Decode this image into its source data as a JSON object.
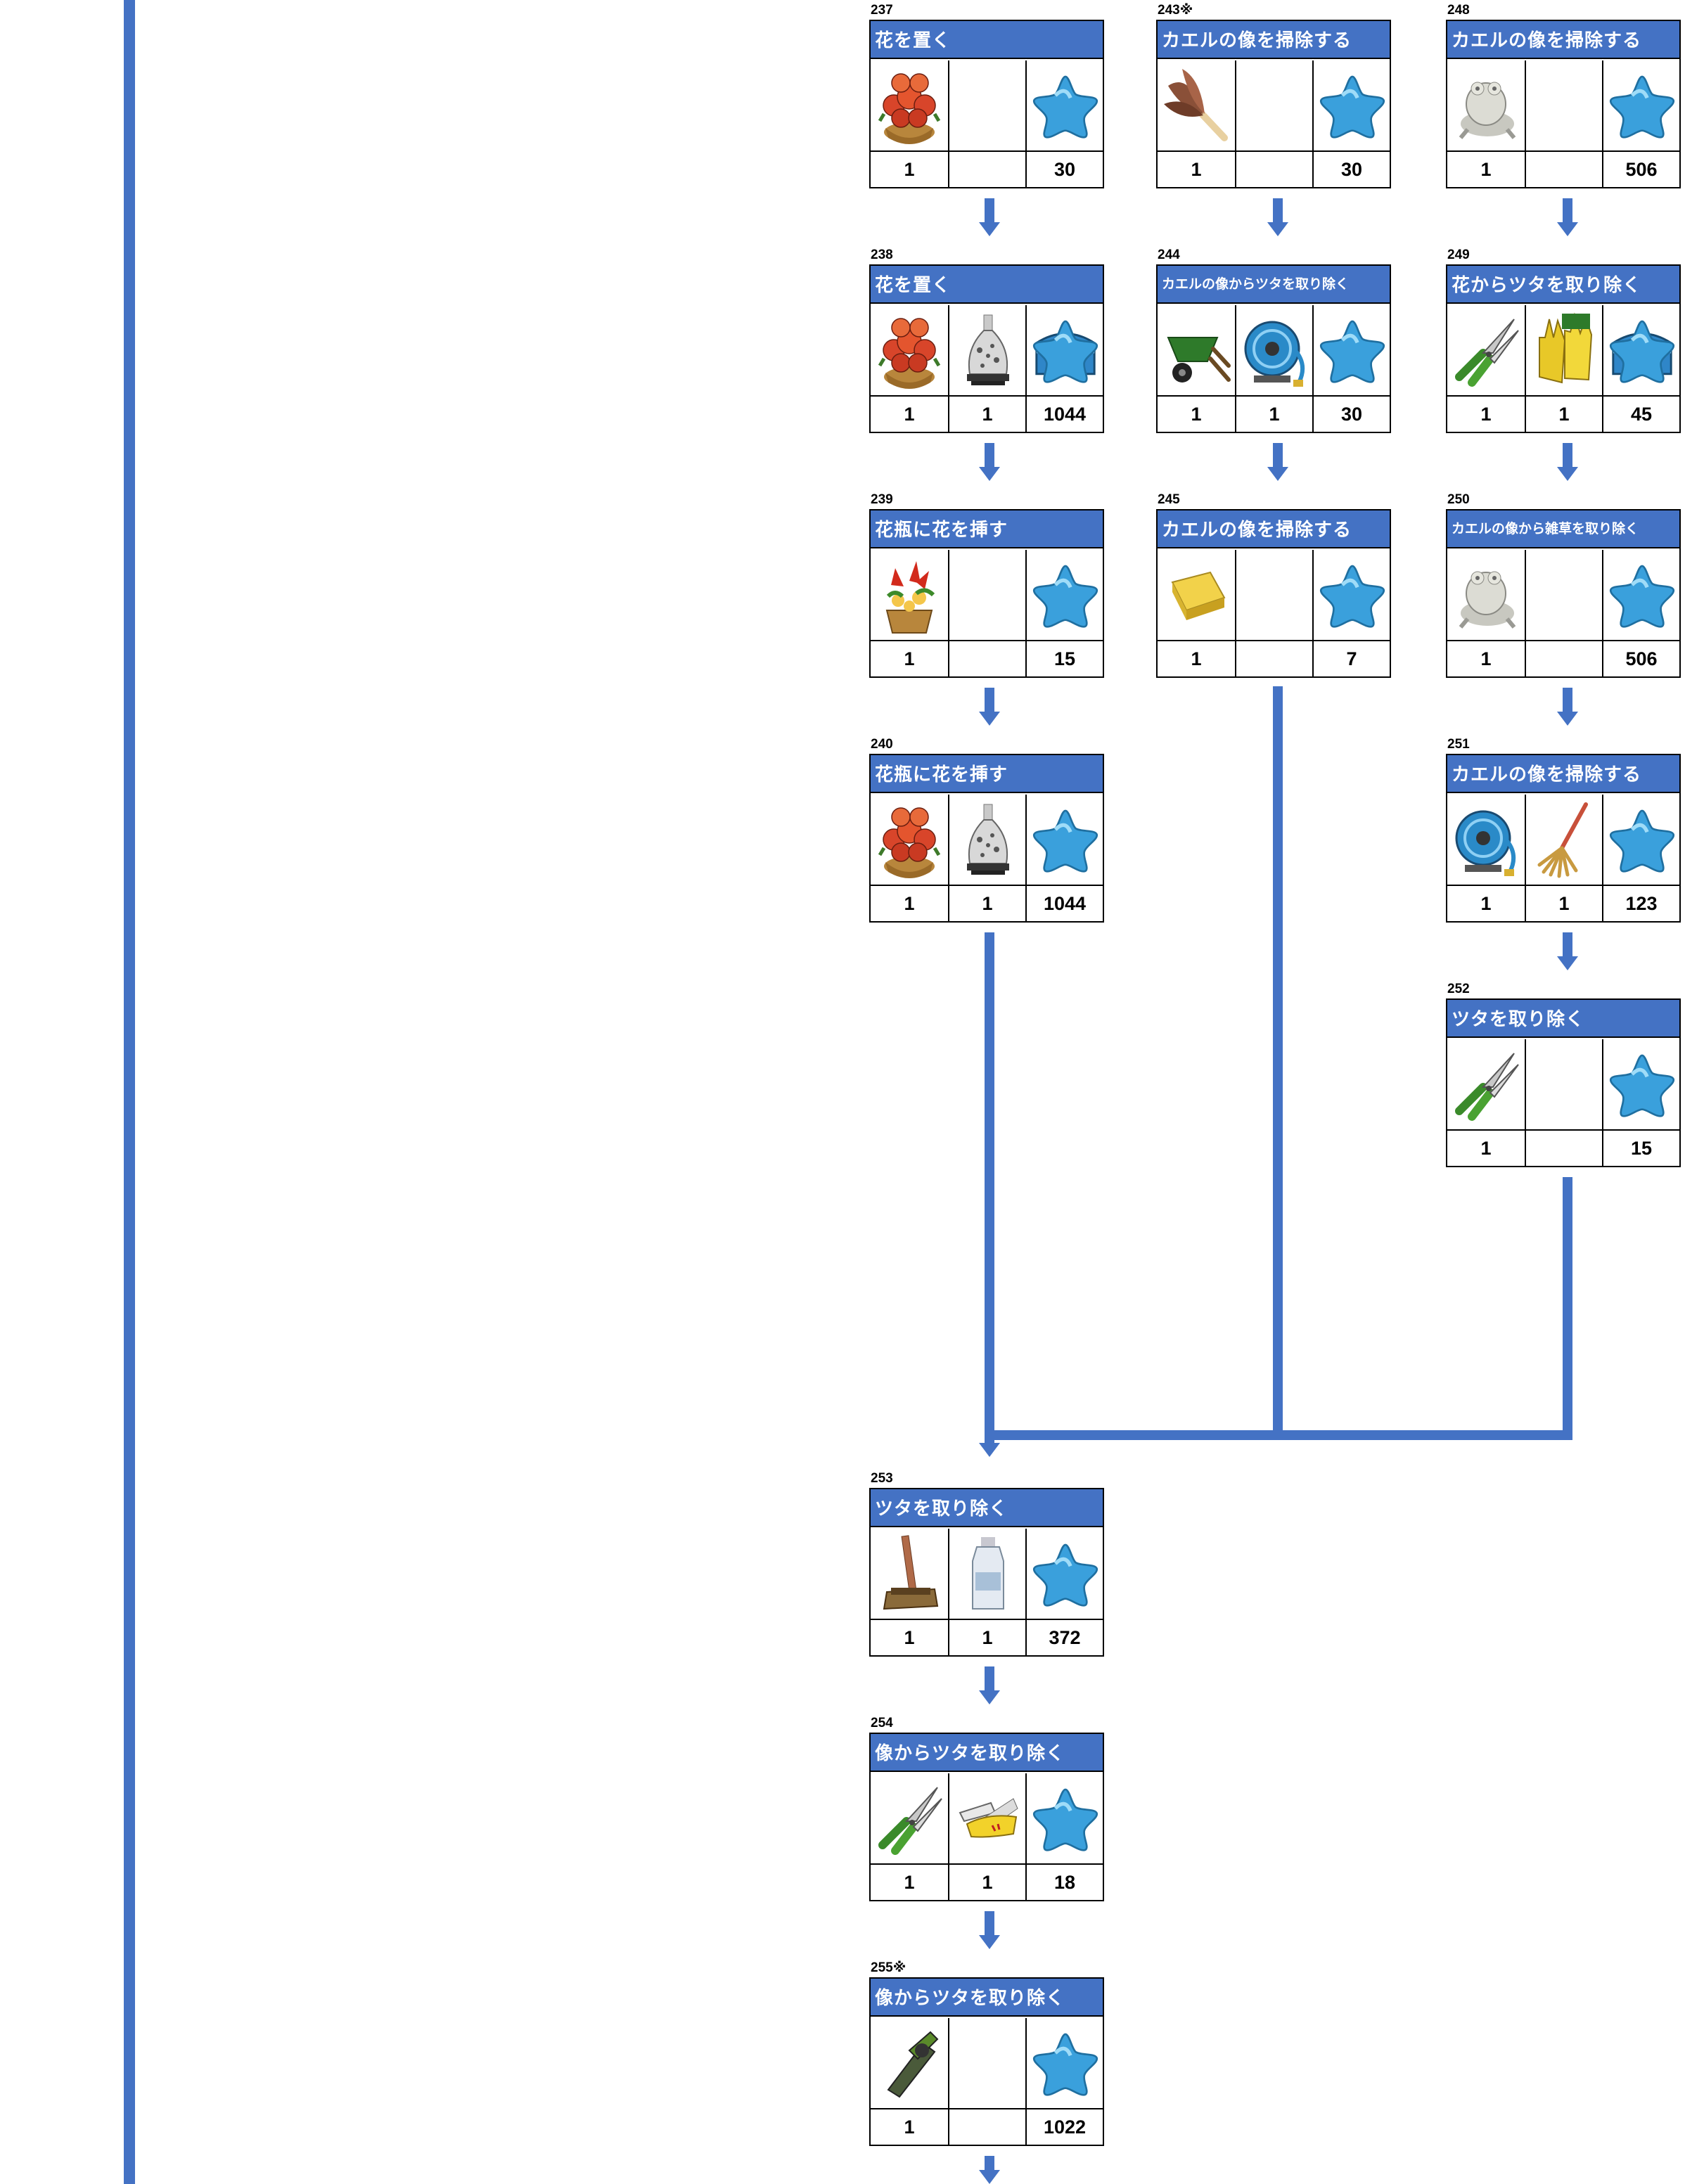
{
  "tasks": [
    {
      "id": "t237",
      "num": "237",
      "title": "花を置く",
      "icons": [
        "flower-basket-icon",
        "",
        ""
      ],
      "reward": "star-icon",
      "qty": [
        "1",
        "",
        "30"
      ]
    },
    {
      "id": "t238",
      "num": "238",
      "title": "花を置く",
      "icons": [
        "flower-basket-icon",
        "stone-vase-icon",
        ""
      ],
      "reward": "chest-star-icon",
      "qty": [
        "1",
        "1",
        "1044"
      ]
    },
    {
      "id": "t239",
      "num": "239",
      "title": "花瓶に花を挿す",
      "icons": [
        "flower-pot-icon",
        "",
        ""
      ],
      "reward": "star-icon",
      "qty": [
        "1",
        "",
        "15"
      ]
    },
    {
      "id": "t240",
      "num": "240",
      "title": "花瓶に花を挿す",
      "icons": [
        "flower-basket-icon",
        "stone-vase-icon",
        ""
      ],
      "reward": "star-icon",
      "qty": [
        "1",
        "1",
        "1044"
      ]
    },
    {
      "id": "t243",
      "num": "243※",
      "title": "カエルの像を掃除する",
      "icons": [
        "feather-duster-icon",
        "",
        ""
      ],
      "reward": "star-icon",
      "qty": [
        "1",
        "",
        "30"
      ]
    },
    {
      "id": "t244",
      "num": "244",
      "title": "カエルの像からツタを取り除く",
      "small": true,
      "icons": [
        "wheelbarrow-icon",
        "hose-reel-icon",
        ""
      ],
      "reward": "star-icon",
      "qty": [
        "1",
        "1",
        "30"
      ]
    },
    {
      "id": "t245",
      "num": "245",
      "title": "カエルの像を掃除する",
      "icons": [
        "sponge-icon",
        "",
        ""
      ],
      "reward": "star-icon",
      "qty": [
        "1",
        "",
        "7"
      ]
    },
    {
      "id": "t248",
      "num": "248",
      "title": "カエルの像を掃除する",
      "icons": [
        "frog-statue-icon",
        "",
        ""
      ],
      "reward": "star-icon",
      "qty": [
        "1",
        "",
        "506"
      ]
    },
    {
      "id": "t249",
      "num": "249",
      "title": "花からツタを取り除く",
      "icons": [
        "pruning-shears-icon",
        "garden-gloves-icon",
        ""
      ],
      "reward": "chest-star-icon",
      "qty": [
        "1",
        "1",
        "45"
      ]
    },
    {
      "id": "t250",
      "num": "250",
      "title": "カエルの像から雑草を取り除く",
      "small": true,
      "icons": [
        "frog-statue-icon",
        "",
        ""
      ],
      "reward": "star-icon",
      "qty": [
        "1",
        "",
        "506"
      ]
    },
    {
      "id": "t251",
      "num": "251",
      "title": "カエルの像を掃除する",
      "icons": [
        "hose-reel-icon",
        "mop-icon",
        ""
      ],
      "reward": "star-icon",
      "qty": [
        "1",
        "1",
        "123"
      ]
    },
    {
      "id": "t252",
      "num": "252",
      "title": "ツタを取り除く",
      "icons": [
        "pruning-shears-icon",
        "",
        ""
      ],
      "reward": "star-icon",
      "qty": [
        "1",
        "",
        "15"
      ]
    },
    {
      "id": "t253",
      "num": "253",
      "title": "ツタを取り除く",
      "icons": [
        "broom-icon",
        "spray-bottle-icon",
        ""
      ],
      "reward": "star-icon",
      "qty": [
        "1",
        "1",
        "372"
      ]
    },
    {
      "id": "t254",
      "num": "254",
      "title": "像からツタを取り除く",
      "icons": [
        "pruning-shears-icon",
        "pocket-knife-icon",
        ""
      ],
      "reward": "star-icon",
      "qty": [
        "1",
        "1",
        "18"
      ]
    },
    {
      "id": "t255",
      "num": "255※",
      "title": "像からツタを取り除く",
      "icons": [
        "chainsaw-icon",
        "",
        ""
      ],
      "reward": "star-icon",
      "qty": [
        "1",
        "",
        "1022"
      ]
    }
  ],
  "colors": {
    "accent": "#4472c4",
    "star": "#3aa0dc",
    "chest": "#2f86c8"
  }
}
